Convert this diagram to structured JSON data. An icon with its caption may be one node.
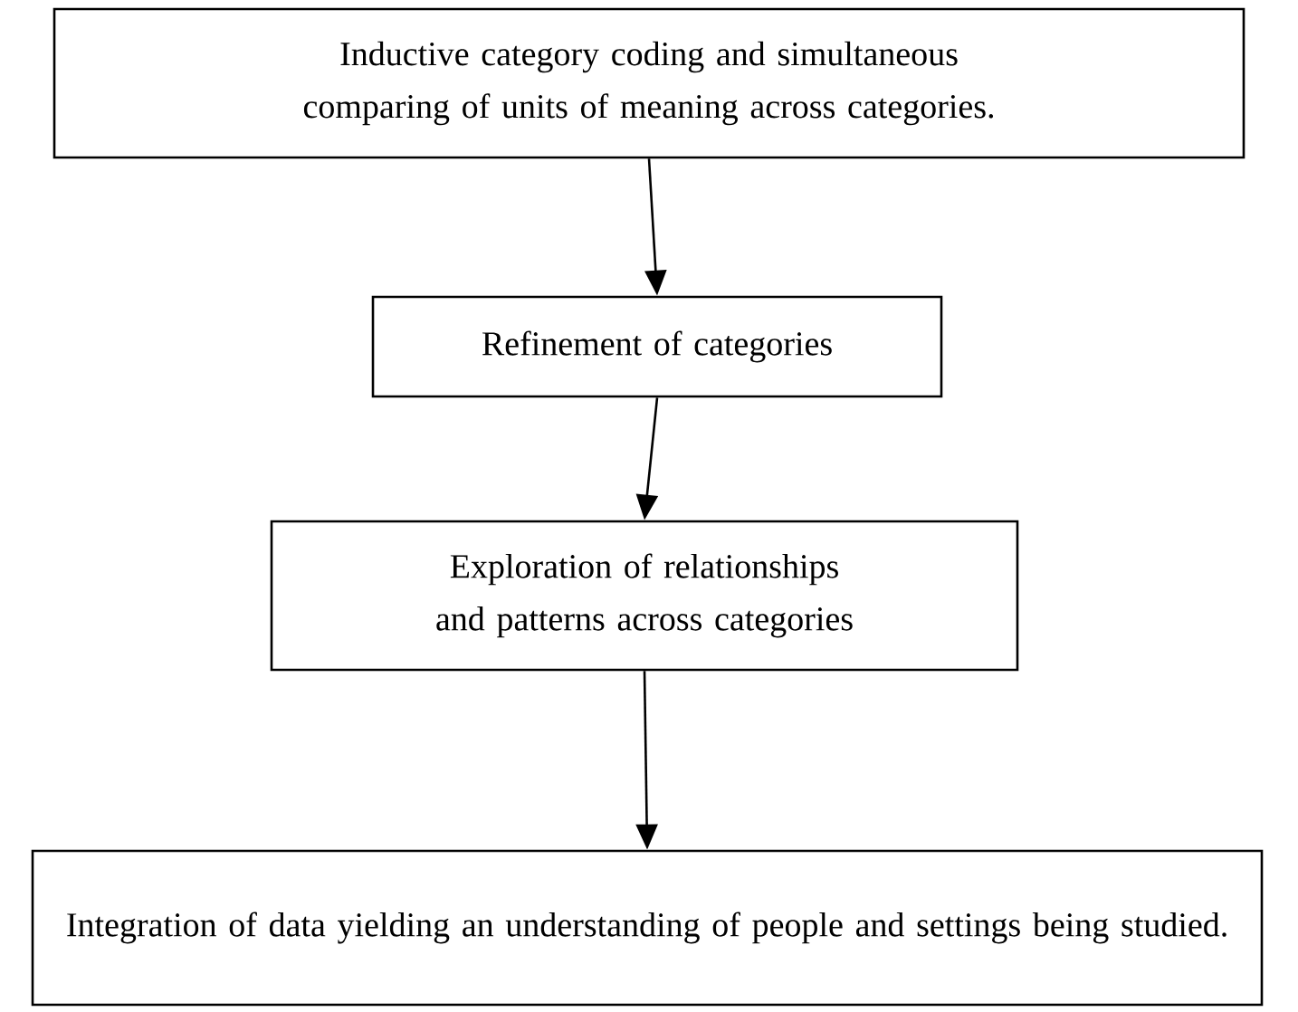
{
  "diagram": {
    "nodes": [
      {
        "text": [
          "Inductive category coding and simultaneous comparing of units of meaning across categories."
        ]
      },
      {
        "text": [
          "Refinement of categories"
        ]
      },
      {
        "text": [
          "Exploration of relationships and patterns across categories"
        ]
      },
      {
        "text": [
          "Integration of data yielding an understanding of people and settings being studied."
        ]
      }
    ],
    "edges": [
      {
        "from": 0,
        "to": 1,
        "arrow": "to"
      },
      {
        "from": 1,
        "to": 2,
        "arrow": "to"
      },
      {
        "from": 2,
        "to": 3,
        "arrow": "to"
      }
    ]
  }
}
